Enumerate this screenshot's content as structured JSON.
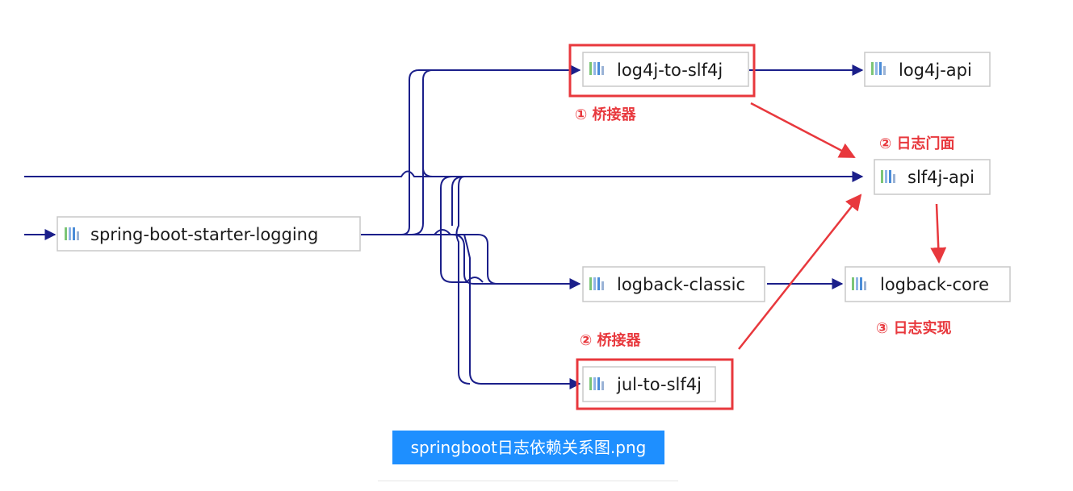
{
  "nodes": {
    "starter": "spring-boot-starter-logging",
    "log4j_to_slf4j": "log4j-to-slf4j",
    "log4j_api": "log4j-api",
    "slf4j_api": "slf4j-api",
    "logback_classic": "logback-classic",
    "logback_core": "logback-core",
    "jul_to_slf4j": "jul-to-slf4j"
  },
  "annotations": {
    "bridge1": "① 桥接器",
    "facade": "② 日志门面",
    "bridge2": "② 桥接器",
    "impl": "③ 日志实现"
  },
  "caption": "springboot日志依赖关系图.png",
  "colors": {
    "edge": "#1b1f8a",
    "highlight": "#e8383d",
    "node_border": "#c8c8c8",
    "caption_bg": "#1e8fff"
  },
  "icons": {
    "node": "library-icon"
  }
}
